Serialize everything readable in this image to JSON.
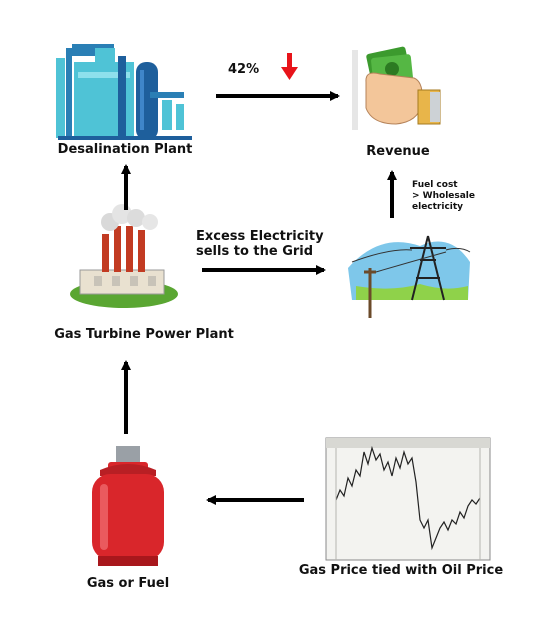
{
  "nodes": {
    "desalination": {
      "label": "Desalination Plant"
    },
    "revenue": {
      "label": "Revenue"
    },
    "power_plant": {
      "label": "Gas Turbine Power Plant"
    },
    "grid": {
      "label": ""
    },
    "gas": {
      "label": "Gas or Fuel"
    },
    "oil_price": {
      "label": "Gas Price tied with Oil Price"
    }
  },
  "edges": {
    "desal_to_revenue": {
      "label": "42%"
    },
    "power_to_grid": {
      "line1": "Excess Electricity",
      "line2": "sells to the Grid"
    },
    "grid_to_revenue": {
      "line1": "Fuel cost",
      "line2": "> Wholesale",
      "line3": "electricity"
    }
  },
  "colors": {
    "arrow": "#000000",
    "down_marker": "#e8141a",
    "tank_blue": "#4fc3d6",
    "cylinder_red": "#d9262b",
    "grass_green": "#5aa632",
    "money_green": "#3c9a2e"
  },
  "icons": {
    "desalination": "desalination-plant-icon",
    "revenue": "money-hand-icon",
    "power_plant": "factory-icon",
    "grid": "power-tower-icon",
    "gas": "gas-cylinder-icon",
    "oil_price": "price-chart-icon"
  }
}
